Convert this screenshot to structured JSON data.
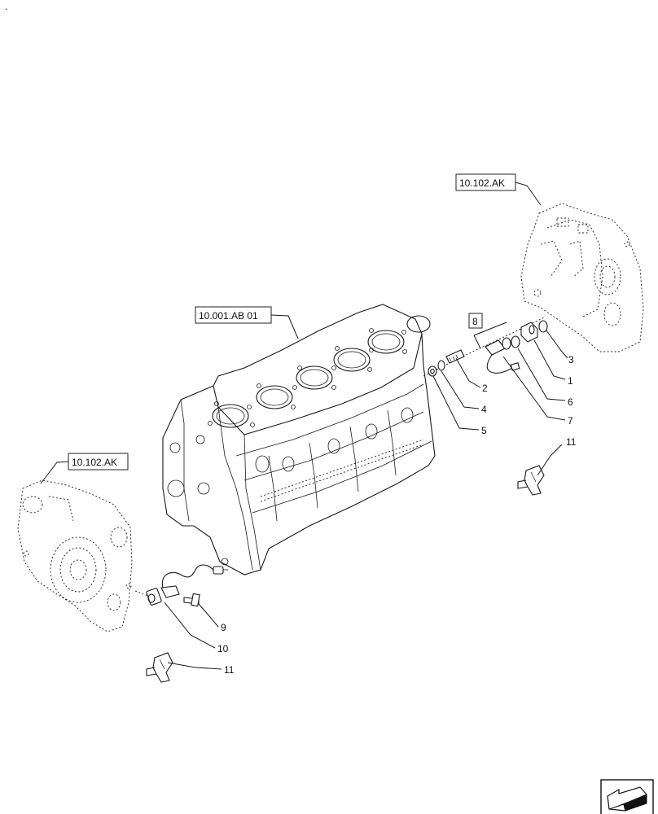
{
  "references": {
    "cylinder_block": "10.001.AB 01",
    "rear_cover_right": "10.102.AK",
    "front_cover_left": "10.102.AK"
  },
  "group_box_label": "8",
  "callouts": {
    "c1": "1",
    "c2": "2",
    "c3": "3",
    "c4": "4",
    "c5": "5",
    "c6": "6",
    "c7": "7",
    "c9": "9",
    "c10": "10",
    "c11a": "11",
    "c11b": "11"
  },
  "corner_mark": ".",
  "nav_icon": "arrow-navigation-icon"
}
